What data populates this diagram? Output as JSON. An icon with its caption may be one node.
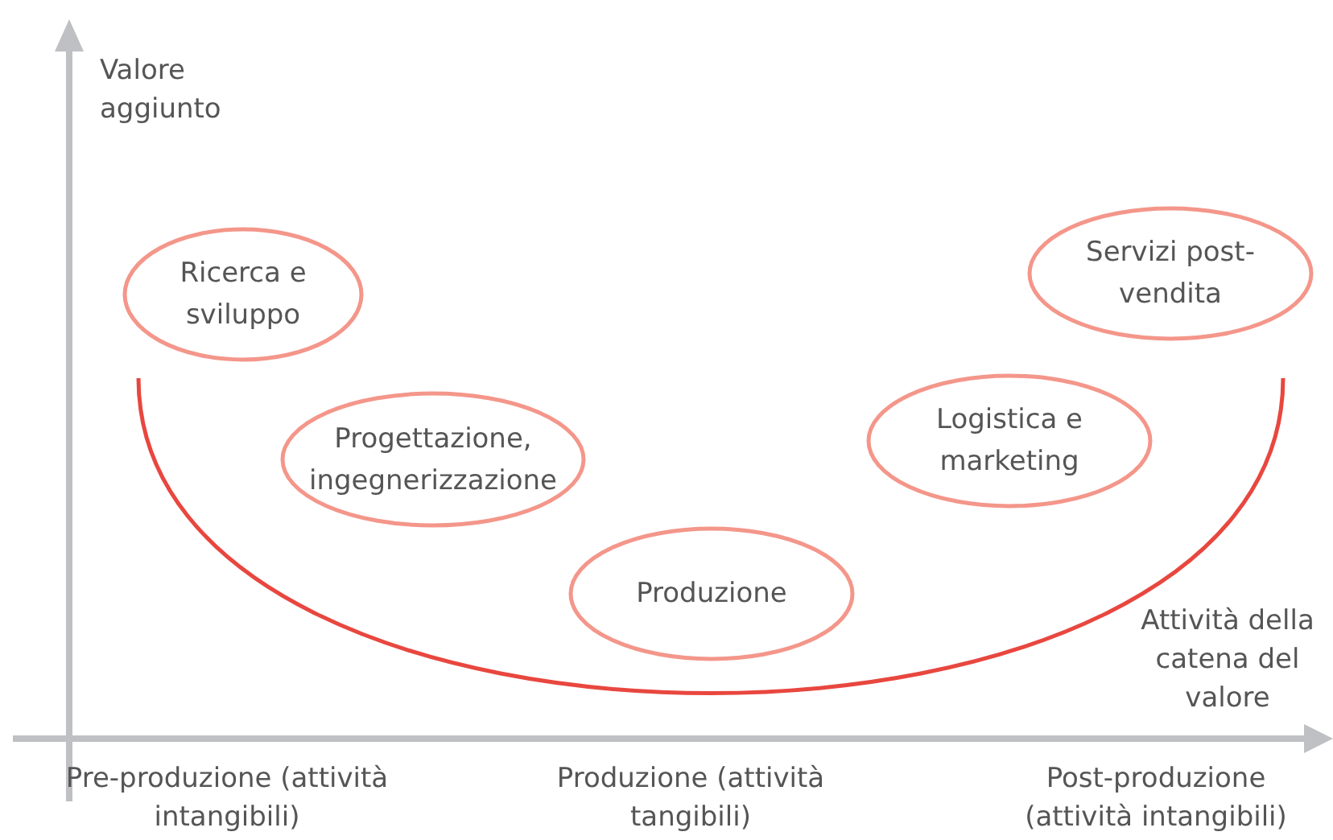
{
  "diagram": {
    "nodes": [
      {
        "text": [
          "Ricerca e sviluppo"
        ]
      },
      {
        "text": [
          "Progettazione, ingegnerizzazione"
        ]
      },
      {
        "text": [
          "Produzione"
        ]
      },
      {
        "text": [
          "Logistica e marketing"
        ]
      },
      {
        "text": [
          "Servizi post-vendita"
        ]
      }
    ],
    "edges": [],
    "labels": [
      "Valore aggiunto",
      "Attività della catena del valore",
      "Pre-produzione (attività intangibili)",
      "Produzione (attività tangibili)",
      "Post-produzione (attività intangibili)"
    ]
  }
}
